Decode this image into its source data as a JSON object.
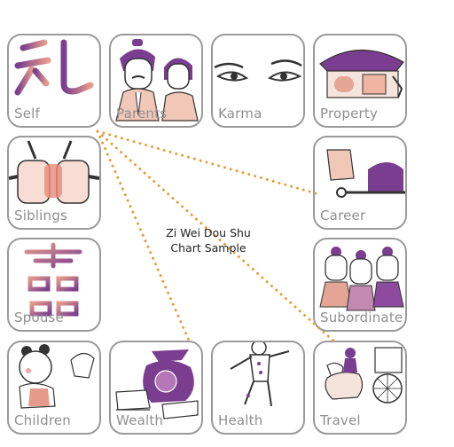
{
  "title_line1": "Zi Wei Dou Shu",
  "title_line2": "Chart Sample",
  "palaces": {
    "self": "Self",
    "parents": "Parents",
    "karma": "Karma",
    "property": "Property",
    "siblings": "Siblings",
    "career": "Career",
    "spouse": "Spouse",
    "subordinate": "Subordinate",
    "children": "Children",
    "wealth": "Wealth",
    "health": "Health",
    "travel": "Travel"
  },
  "colors": {
    "accent_purple": "#7a3d8f",
    "accent_pink": "#e9a99a",
    "connector_orange": "#e2a040",
    "border_gray": "#9a9a9a"
  }
}
